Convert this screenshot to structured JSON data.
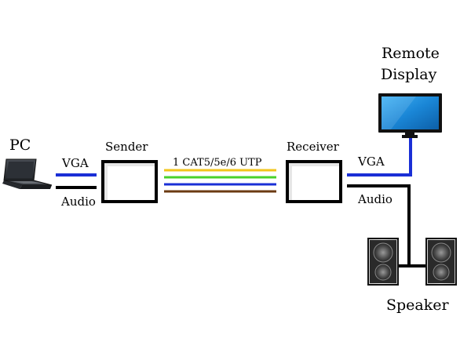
{
  "labels": {
    "pc": "PC",
    "vga_left": "VGA",
    "audio_left": "Audio",
    "sender": "Sender",
    "cable": "1 CAT5/5e/6 UTP",
    "receiver": "Receiver",
    "vga_right": "VGA",
    "audio_right": "Audio",
    "remote_display_line1": "Remote",
    "remote_display_line2": "Display",
    "speaker": "Speaker"
  },
  "colors": {
    "vga_line": "#1a2fd6",
    "audio_line": "#000000",
    "utp_wires": [
      "#f2c51c",
      "#49d22a",
      "#1a2fd6",
      "#6b3a12"
    ]
  },
  "icons": {
    "pc": "laptop-icon",
    "display": "monitor-icon",
    "speakers": "speaker-icon"
  }
}
